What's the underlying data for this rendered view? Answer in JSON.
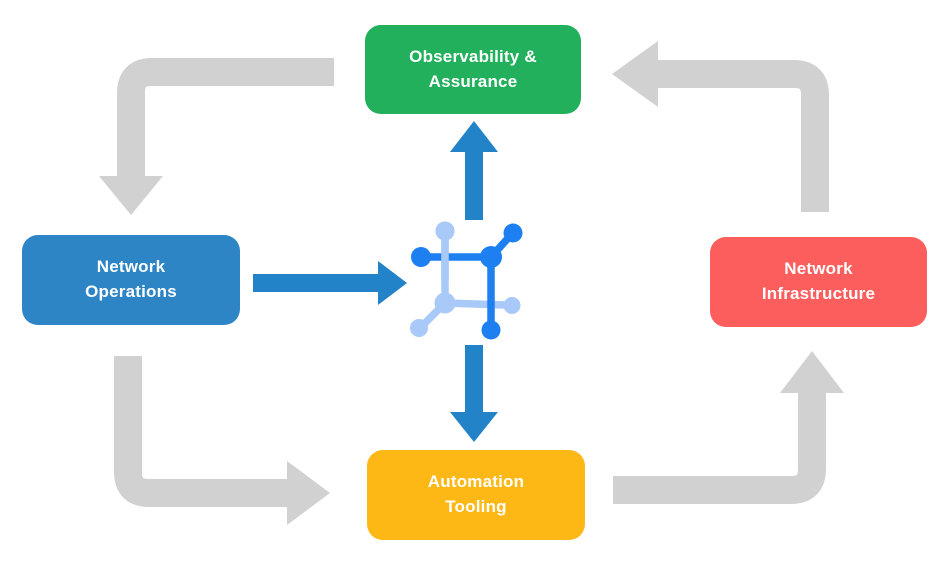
{
  "diagram": {
    "colors": {
      "background": "#ffffff",
      "arrow_gray": "#d1d1d1",
      "arrow_blue": "#2383c8",
      "icon_dark_blue": "#1e80f0",
      "icon_light_blue": "#a9c9f8",
      "text": "#ffffff"
    },
    "nodes": {
      "top": {
        "line1": "Observability &",
        "line2": "Assurance",
        "color": "#22b05c"
      },
      "left": {
        "line1": "Network",
        "line2": "Operations",
        "color": "#2d85c5"
      },
      "right": {
        "line1": "Network",
        "line2": "Infrastructure",
        "color": "#fc5d5d"
      },
      "bottom": {
        "line1": "Automation",
        "line2": "Tooling",
        "color": "#fdb815"
      }
    },
    "center_icon": "network-mesh-icon"
  }
}
